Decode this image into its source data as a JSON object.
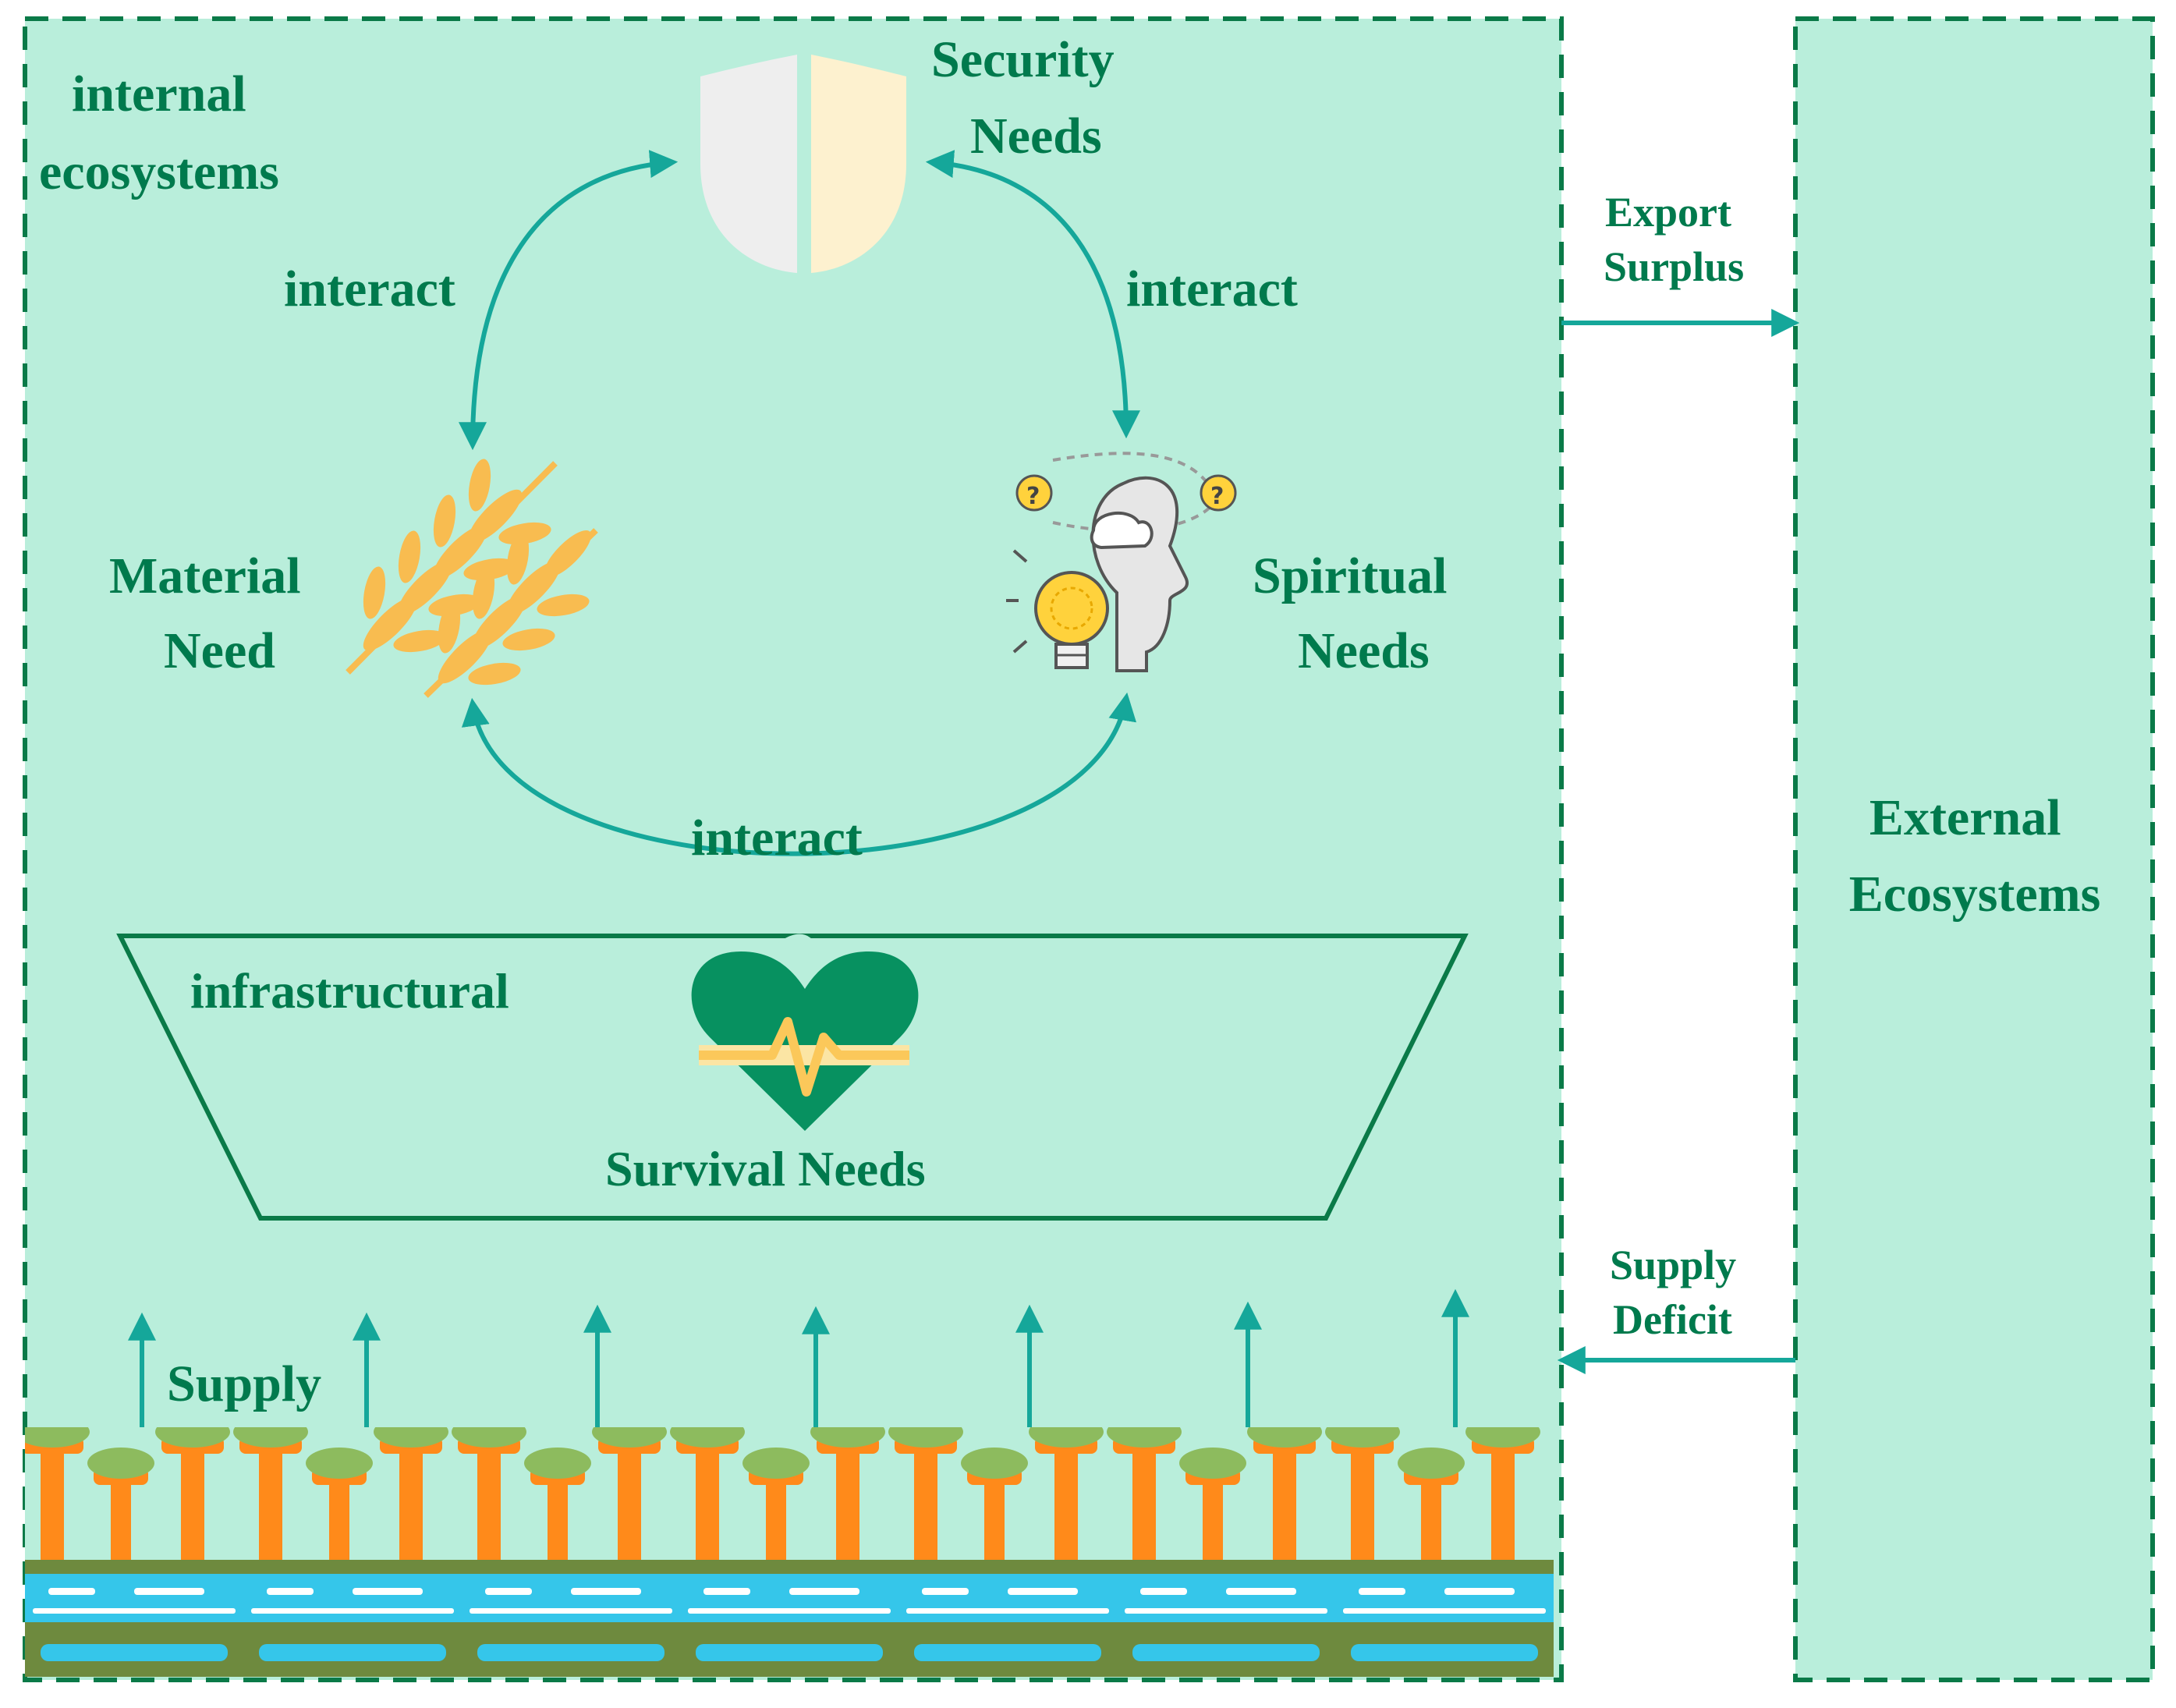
{
  "diagram": {
    "internal_label": [
      "internal",
      "ecosystems"
    ],
    "security_label": [
      "Security",
      "Needs"
    ],
    "material_label": [
      "Material",
      "Need"
    ],
    "spiritual_label": [
      "Spiritual",
      "Needs"
    ],
    "interact_left": "interact",
    "interact_right": "interact",
    "interact_bottom": "interact",
    "infrastructural_label": "infrastructural",
    "survival_label": "Survival Needs",
    "supply_label": "Supply",
    "export_label": [
      "Export",
      "Surplus"
    ],
    "deficit_label": [
      "Supply",
      "Deficit"
    ],
    "external_label": [
      "External",
      "Ecosystems"
    ],
    "icons": [
      "shield-icon",
      "wheat-icon",
      "mind-lightbulb-icon",
      "heartbeat-icon",
      "forest-river-icon"
    ]
  },
  "colors": {
    "panel_fill": "#b9eedb",
    "border": "#0a7a48",
    "text": "#007a4d",
    "arrow": "#15a79a",
    "orange": "#ff8a1a",
    "canopy": "#8dbb5e",
    "water": "#35c6ea",
    "ground": "#6e8a3e",
    "wheat": "#f8bc50",
    "heart": "#079160",
    "bulb": "#ffd23c"
  }
}
